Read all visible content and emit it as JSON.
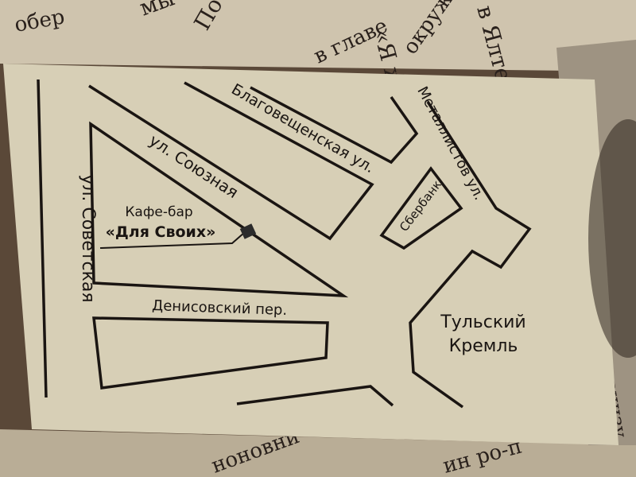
{
  "background_text": [
    "«Я жи то но",
    "в Ялте в Ялте в",
    "мы собр",
    "По ном со м",
    "обер",
    "окружи",
    "в главе",
    "ноновни",
    "ин ро-п",
    "внизу"
  ],
  "map": {
    "streets": {
      "sovetskaya": "ул. Советская",
      "soyuznaya": "ул. Союзная",
      "blagoveshchenskaya": "Благовещенская ул.",
      "metallistov": "Металлистов ул.",
      "denisovsky": "Денисовский пер."
    },
    "places": {
      "sberbank": "Сбербанк",
      "cafe_type": "Кафе-бар",
      "cafe_name": "«Для Своих»",
      "kremlin_line1": "Тульский",
      "kremlin_line2": "Кремль"
    },
    "colors": {
      "card": "#d7cfb6",
      "ink": "#1a1512",
      "marker": "#2b2b2b"
    }
  }
}
